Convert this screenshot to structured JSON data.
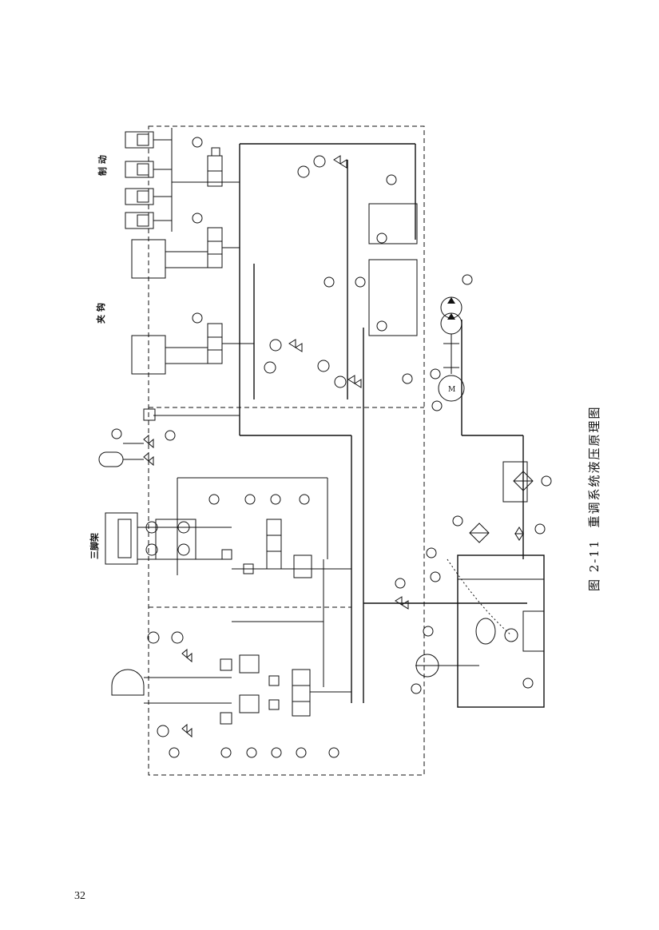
{
  "figure": {
    "caption_number": "图 2-11",
    "caption_title": "重调系统液压原理图"
  },
  "page_number": "32",
  "labels": {
    "brake": "制 动",
    "collet": "夹 钩",
    "tripod": "三脚架",
    "motor": "M"
  }
}
